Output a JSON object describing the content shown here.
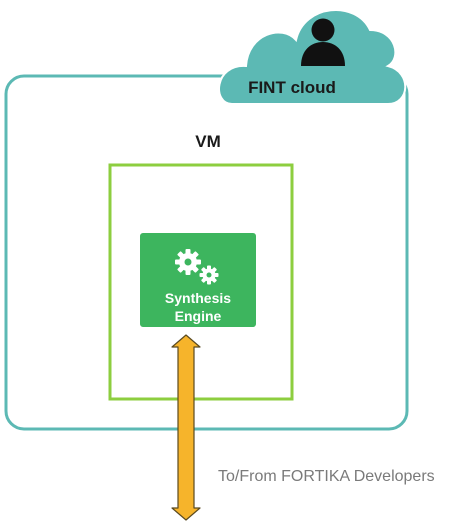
{
  "cloud": {
    "label": "FINT cloud",
    "icon": "user-icon",
    "color": "#5cb9b4"
  },
  "outer_boundary": {
    "color": "#5cb9b4"
  },
  "vm": {
    "label": "VM",
    "color": "#8dce3f"
  },
  "engine": {
    "line1": "Synthesis",
    "line2": "Engine",
    "icon": "gears-icon",
    "color": "#3db55e"
  },
  "connection": {
    "label": "To/From FORTIKA Developers",
    "direction": "bidirectional",
    "color": "#f6b42b"
  }
}
